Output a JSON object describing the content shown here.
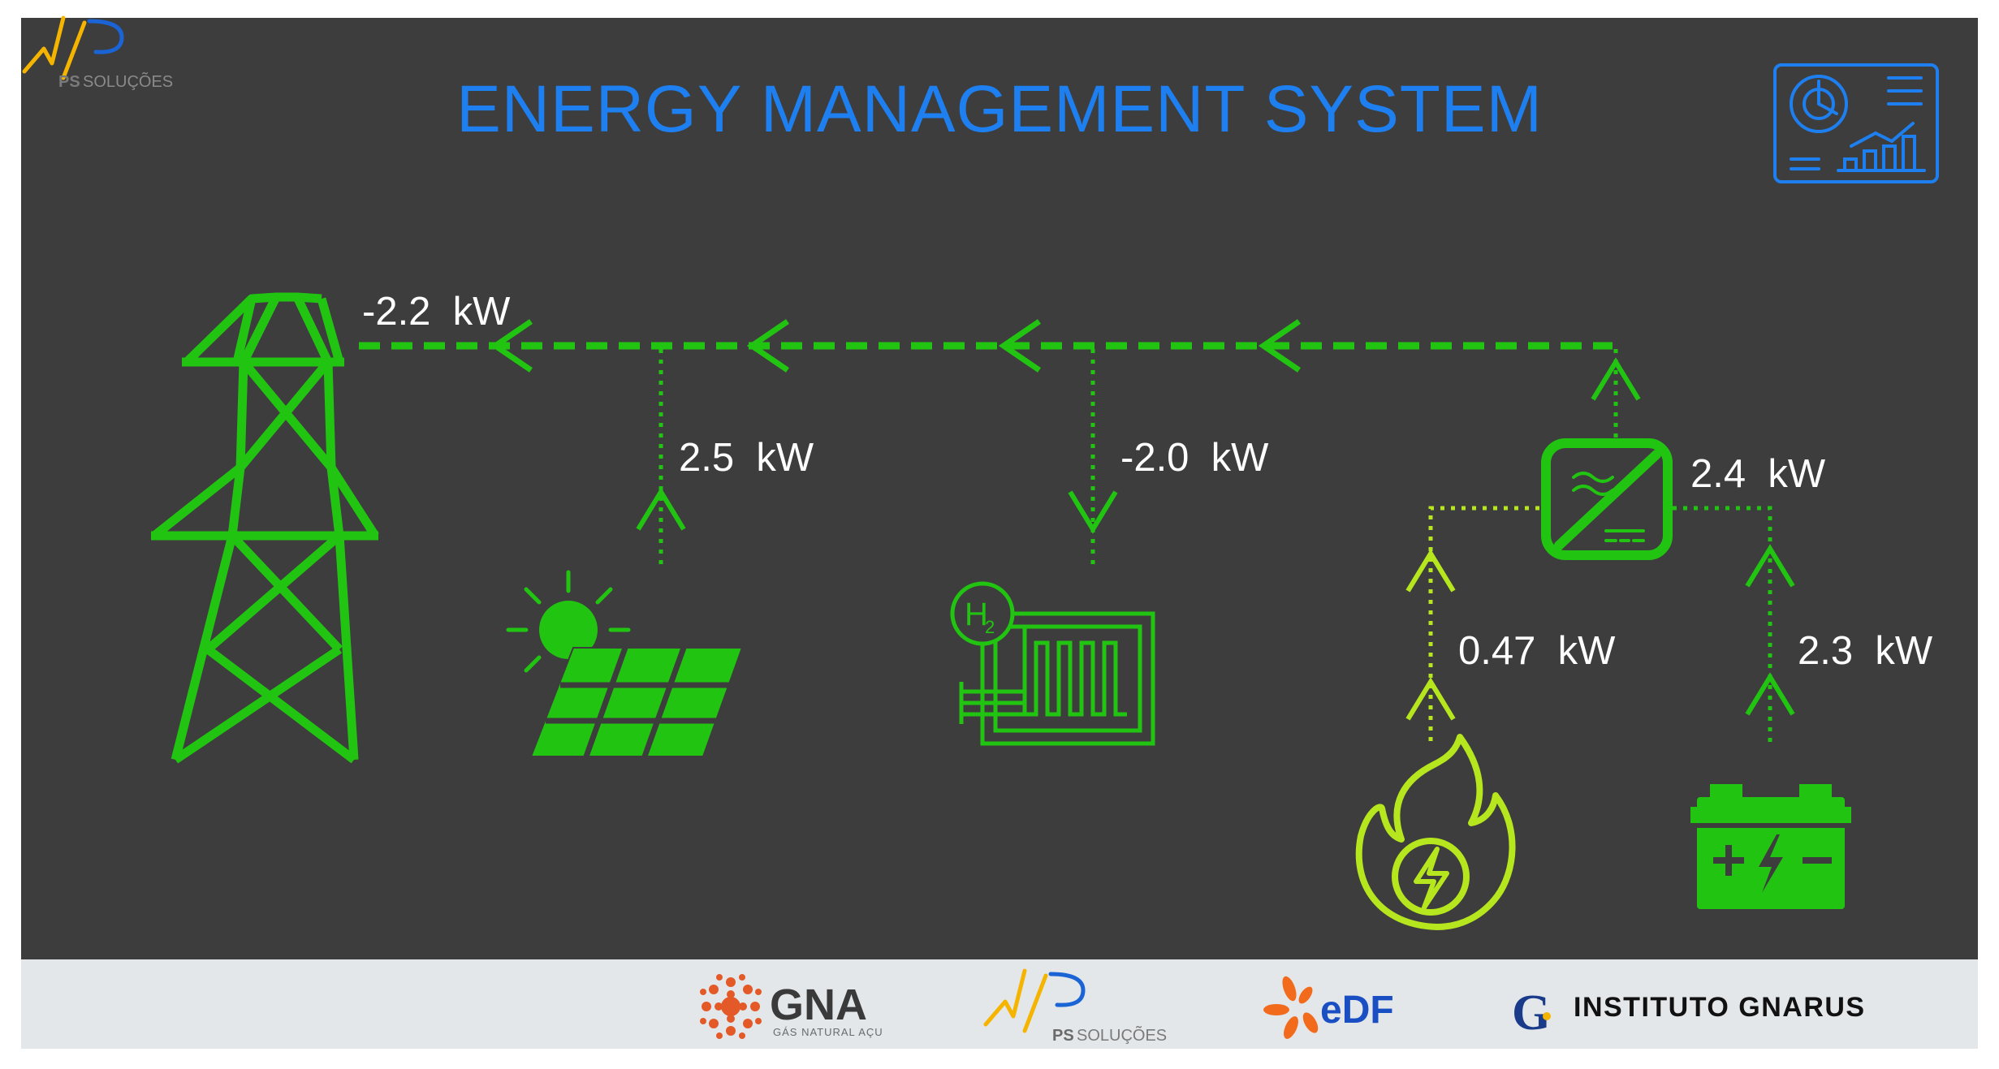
{
  "header": {
    "title": "ENERGY MANAGEMENT SYSTEM",
    "brand_prefix": "PS",
    "brand_suffix": "SOLUÇÕES",
    "dashboard_icon": "dashboard-icon"
  },
  "nodes": {
    "grid": {
      "icon": "transmission-tower-icon",
      "power": "-2.2  kW"
    },
    "solar": {
      "icon": "solar-panel-icon",
      "power": "2.5  kW"
    },
    "electrolyzer": {
      "icon": "hydrogen-electrolyzer-icon",
      "symbol": "H",
      "subscript": "2",
      "power": "-2.0  kW"
    },
    "inverter": {
      "icon": "inverter-icon",
      "power": "2.4  kW"
    },
    "generator": {
      "icon": "fire-generator-icon",
      "power": "0.47  kW"
    },
    "battery": {
      "icon": "battery-icon",
      "power": "2.3  kW"
    }
  },
  "footer": {
    "gna_name": "GNA",
    "gna_tagline": "GÁS NATURAL AÇU",
    "ps_prefix": "PS",
    "ps_suffix": "SOLUÇÕES",
    "edf_name": "eDF",
    "gnarus_letter": "G",
    "gnarus_name": "INSTITUTO GNARUS"
  },
  "colors": {
    "panel": "#3d3d3d",
    "green": "#22c412",
    "lime": "#b6e61e",
    "title_blue": "#1e7ff0",
    "edf_orange": "#f26b1d",
    "footer_bg": "#e4e7ea"
  }
}
